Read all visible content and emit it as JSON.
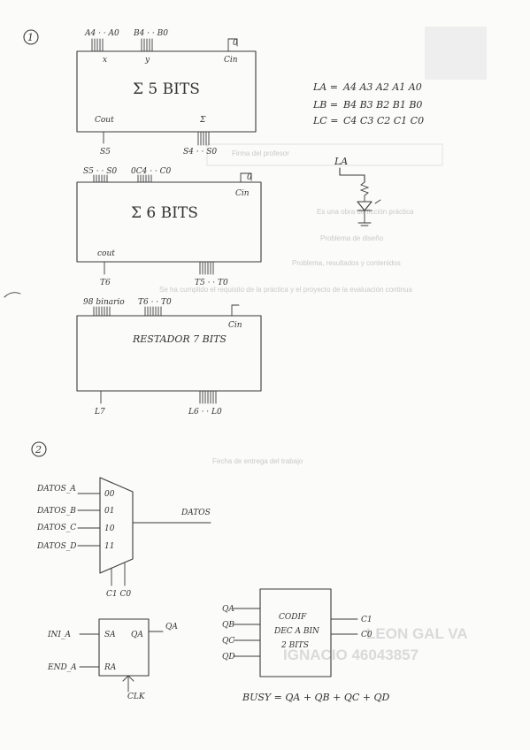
{
  "section1": {
    "number": "1",
    "adder5": {
      "in_a": "A4 · · A0",
      "in_b": "B4 · · B0",
      "pin_x": "x",
      "pin_y": "y",
      "cin": "Cin",
      "const": "0",
      "title": "Σ 5 BITS",
      "cout": "Cout",
      "sum": "Σ",
      "out_s5": "S5",
      "out_s": "S4 · · S0"
    },
    "adder6": {
      "in_s": "S5 · · S0",
      "in_c": "0C4 · · C0",
      "cin": "Cin",
      "const": "0",
      "title": "Σ 6 BITS",
      "cout": "cout",
      "out_t6": "T6",
      "out_t": "T5 · · T0"
    },
    "subtractor": {
      "in_bin": "98 binario",
      "in_t": "T6 · · T0",
      "cin": "Cin",
      "title": "RESTADOR 7 BITS",
      "out_l7": "L7",
      "out_l": "L6 · · L0"
    },
    "defs": [
      {
        "label": "LA =",
        "value": "A4 A3 A2 A1 A0"
      },
      {
        "label": "LB =",
        "value": "B4 B3 B2 B1 B0"
      },
      {
        "label": "LC =",
        "value": "C4 C3 C2 C1 C0"
      }
    ],
    "led": {
      "label": "LA"
    }
  },
  "section2": {
    "number": "2",
    "mux": {
      "inputs": [
        "DATOS_A",
        "DATOS_B",
        "DATOS_C",
        "DATOS_D"
      ],
      "codes": [
        "00",
        "01",
        "10",
        "11"
      ],
      "output": "DATOS",
      "selects": "C1 C0"
    },
    "sr": {
      "in_s": "INI_A",
      "in_r": "END_A",
      "pin_s": "SA",
      "pin_q": "QA",
      "pin_r": "RA",
      "out": "QA",
      "clk": "CLK"
    },
    "encoder": {
      "inputs": [
        "QA",
        "QB",
        "QC",
        "QD"
      ],
      "title1": "CODIF",
      "title2": "DEC A BIN",
      "title3": "2 BITS",
      "outputs": [
        "C1",
        "C0"
      ]
    },
    "busy": "BUSY = QA + QB + QC + QD"
  },
  "ghost_text": {
    "line1": "Firma del profesor",
    "line2": "Fecha de entrega del trabajo",
    "line3": "Es una obra de ficción práctica",
    "line4": "Problema de diseño",
    "line5": "Problema, resultados y contenidos",
    "para": "Se ha cumplido el requisito de la práctica y el proyecto de la evaluación continua",
    "name1": "LEON GAL VA",
    "name2": "IGNACIO 46043857"
  }
}
